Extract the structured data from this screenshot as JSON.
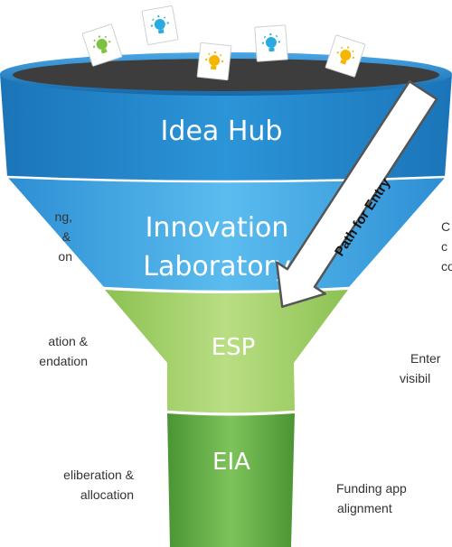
{
  "funnel": {
    "tiers": [
      {
        "id": "idea-hub",
        "label_lines": [
          "Idea Hub"
        ]
      },
      {
        "id": "innovation-laboratory",
        "label_lines": [
          "Innovation",
          "Laboratory"
        ]
      },
      {
        "id": "esp",
        "label_lines": [
          "ESP"
        ]
      },
      {
        "id": "eia",
        "label_lines": [
          "EIA"
        ]
      }
    ],
    "arrow_label": "Path for Entry",
    "ideas": [
      {
        "icon": "lightbulb-icon",
        "color": "#7cc242"
      },
      {
        "icon": "lightbulb-icon",
        "color": "#29abe2"
      },
      {
        "icon": "lightbulb-icon",
        "color": "#f7b500"
      },
      {
        "icon": "lightbulb-icon",
        "color": "#29abe2"
      },
      {
        "icon": "lightbulb-icon",
        "color": "#f7b500"
      }
    ]
  },
  "left_notes": [
    {
      "lines": [
        "ng,",
        "&",
        "on"
      ]
    },
    {
      "lines": [
        "ation &",
        "endation"
      ]
    },
    {
      "lines": [
        "eliberation &",
        "allocation"
      ]
    }
  ],
  "right_notes": [
    {
      "lines": [
        "C",
        "c",
        "co"
      ]
    },
    {
      "lines": [
        "Enter",
        "visibil"
      ]
    },
    {
      "lines": [
        "Funding app",
        "alignment"
      ]
    }
  ],
  "colors": {
    "blue_dark": "#1f86c9",
    "blue_light": "#48b4ea",
    "green_light": "#a7d16a",
    "green_dark": "#5aa33c",
    "arrow_outline": "#555555"
  }
}
